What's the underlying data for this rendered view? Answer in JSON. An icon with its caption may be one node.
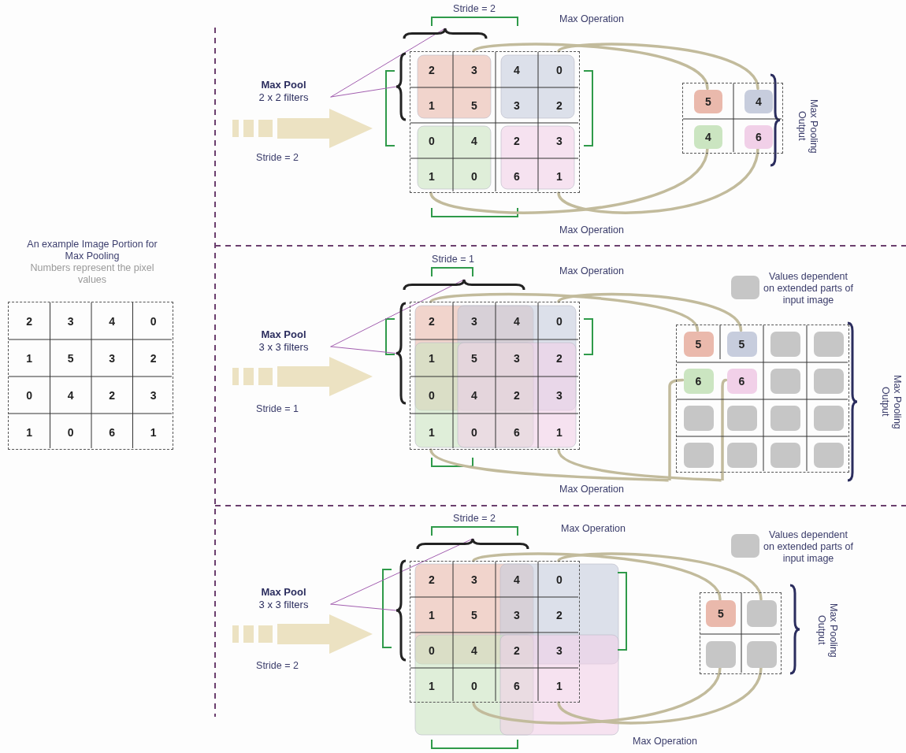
{
  "diagram": {
    "nodes": [
      {
        "text": [],
        "shape": "box"
      },
      {
        "text": [
          "2"
        ],
        "in": 0
      },
      {
        "text": [
          "3"
        ],
        "in": 0
      },
      {
        "text": [
          "4"
        ],
        "in": 0
      },
      {
        "text": [
          "0"
        ],
        "in": 0
      },
      {
        "text": [
          "1"
        ],
        "in": 0
      },
      {
        "text": [
          "5"
        ],
        "in": 0
      },
      {
        "text": [
          "3"
        ],
        "in": 0
      },
      {
        "text": [
          "2"
        ],
        "in": 0
      },
      {
        "text": [
          "0"
        ],
        "in": 0
      },
      {
        "text": [
          "4"
        ],
        "in": 0
      },
      {
        "text": [
          "2"
        ],
        "in": 0
      },
      {
        "text": [
          "3"
        ],
        "in": 0
      },
      {
        "text": [
          "1"
        ],
        "in": 0
      },
      {
        "text": [
          "0"
        ],
        "in": 0
      },
      {
        "text": [
          "6"
        ],
        "in": 0
      },
      {
        "text": [
          "1"
        ],
        "in": 0
      },
      {
        "text": [
          "Max Pool",
          "2 x 2 filters"
        ]
      },
      {
        "text": [],
        "shape": "box"
      },
      {
        "text": [
          "2"
        ],
        "in": 18
      },
      {
        "text": [
          "3"
        ],
        "in": 18
      },
      {
        "text": [
          "4"
        ],
        "in": 18
      },
      {
        "text": [
          "0"
        ],
        "in": 18
      },
      {
        "text": [
          "1"
        ],
        "in": 18
      },
      {
        "text": [
          "5"
        ],
        "in": 18
      },
      {
        "text": [
          "3"
        ],
        "in": 18
      },
      {
        "text": [
          "2"
        ],
        "in": 18
      },
      {
        "text": [
          "0"
        ],
        "in": 18
      },
      {
        "text": [
          "4"
        ],
        "in": 18
      },
      {
        "text": [
          "2"
        ],
        "in": 18
      },
      {
        "text": [
          "3"
        ],
        "in": 18
      },
      {
        "text": [
          "1"
        ],
        "in": 18
      },
      {
        "text": [
          "0"
        ],
        "in": 18
      },
      {
        "text": [
          "6"
        ],
        "in": 18
      },
      {
        "text": [
          "1"
        ],
        "in": 18
      },
      {
        "text": [],
        "shape": "box"
      },
      {
        "text": [
          "5"
        ],
        "in": 35
      },
      {
        "text": [
          "4"
        ],
        "in": 35
      },
      {
        "text": [
          "4"
        ],
        "in": 35
      },
      {
        "text": [
          "6"
        ],
        "in": 35
      },
      {
        "text": [
          "Max Pool",
          "3 x 3 filters"
        ]
      },
      {
        "text": [],
        "shape": "box"
      },
      {
        "text": [
          "2"
        ],
        "in": 41
      },
      {
        "text": [
          "3"
        ],
        "in": 41
      },
      {
        "text": [
          "4"
        ],
        "in": 41
      },
      {
        "text": [
          "0"
        ],
        "in": 41
      },
      {
        "text": [
          "1"
        ],
        "in": 41
      },
      {
        "text": [
          "5"
        ],
        "in": 41
      },
      {
        "text": [
          "3"
        ],
        "in": 41
      },
      {
        "text": [
          "2"
        ],
        "in": 41
      },
      {
        "text": [
          "0"
        ],
        "in": 41
      },
      {
        "text": [
          "4"
        ],
        "in": 41
      },
      {
        "text": [
          "2"
        ],
        "in": 41
      },
      {
        "text": [
          "3"
        ],
        "in": 41
      },
      {
        "text": [
          "1"
        ],
        "in": 41
      },
      {
        "text": [
          "0"
        ],
        "in": 41
      },
      {
        "text": [
          "6"
        ],
        "in": 41
      },
      {
        "text": [
          "1"
        ],
        "in": 41
      },
      {
        "text": [],
        "shape": "box"
      },
      {
        "text": [
          "5"
        ],
        "in": 58
      },
      {
        "text": [
          "5"
        ],
        "in": 58
      },
      {
        "text": [],
        "shape": "box",
        "in": 58
      },
      {
        "text": [],
        "shape": "box",
        "in": 58
      },
      {
        "text": [
          "6"
        ],
        "in": 58
      },
      {
        "text": [
          "6"
        ],
        "in": 58
      },
      {
        "text": [],
        "shape": "box",
        "in": 58
      },
      {
        "text": [],
        "shape": "box",
        "in": 58
      },
      {
        "text": [],
        "shape": "box",
        "in": 58
      },
      {
        "text": [],
        "shape": "box",
        "in": 58
      },
      {
        "text": [],
        "shape": "box",
        "in": 58
      },
      {
        "text": [],
        "shape": "box",
        "in": 58
      },
      {
        "text": [],
        "shape": "box",
        "in": 58
      },
      {
        "text": [],
        "shape": "box",
        "in": 58
      },
      {
        "text": [],
        "shape": "box",
        "in": 58
      },
      {
        "text": [],
        "shape": "box",
        "in": 58
      },
      {
        "text": [
          "Max Pool",
          "3 x 3 filters"
        ]
      },
      {
        "text": [],
        "shape": "box"
      },
      {
        "text": [
          "2"
        ],
        "in": 76
      },
      {
        "text": [
          "3"
        ],
        "in": 76
      },
      {
        "text": [
          "4"
        ],
        "in": 76
      },
      {
        "text": [
          "0"
        ],
        "in": 76
      },
      {
        "text": [
          "1"
        ],
        "in": 76
      },
      {
        "text": [
          "5"
        ],
        "in": 76
      },
      {
        "text": [
          "3"
        ],
        "in": 76
      },
      {
        "text": [
          "2"
        ],
        "in": 76
      },
      {
        "text": [
          "0"
        ],
        "in": 76
      },
      {
        "text": [
          "4"
        ],
        "in": 76
      },
      {
        "text": [
          "2"
        ],
        "in": 76
      },
      {
        "text": [
          "3"
        ],
        "in": 76
      },
      {
        "text": [
          "1"
        ],
        "in": 76
      },
      {
        "text": [
          "0"
        ],
        "in": 76
      },
      {
        "text": [
          "6"
        ],
        "in": 76
      },
      {
        "text": [
          "1"
        ],
        "in": 76
      },
      {
        "text": [],
        "shape": "box"
      },
      {
        "text": [
          "5"
        ],
        "in": 93
      },
      {
        "text": [],
        "shape": "box",
        "in": 93
      },
      {
        "text": [],
        "shape": "box",
        "in": 93
      },
      {
        "text": [],
        "shape": "box",
        "in": 93
      },
      {
        "text": [],
        "shape": "brace"
      },
      {
        "text": [],
        "shape": "brace"
      },
      {
        "text": [],
        "shape": "brace"
      },
      {
        "text": [],
        "shape": "brace"
      },
      {
        "text": [],
        "shape": "brace"
      },
      {
        "text": [],
        "shape": "brace"
      }
    ],
    "edges": [
      {
        "from": 17,
        "to": 98,
        "arrow": "none",
        "color": "#a35fb0"
      },
      {
        "from": 17,
        "to": 99,
        "arrow": "none",
        "color": "#a35fb0"
      },
      {
        "from": 20,
        "to": 36,
        "arrow": "none"
      },
      {
        "from": 22,
        "to": 37,
        "arrow": "none"
      },
      {
        "from": 31,
        "to": 38,
        "arrow": "none"
      },
      {
        "from": 34,
        "to": 39,
        "arrow": "none"
      },
      {
        "from": 40,
        "to": 100,
        "arrow": "none",
        "color": "#a35fb0"
      },
      {
        "from": 40,
        "to": 101,
        "arrow": "none",
        "color": "#a35fb0"
      },
      {
        "from": 42,
        "to": 59,
        "arrow": "none"
      },
      {
        "from": 45,
        "to": 60,
        "arrow": "none"
      },
      {
        "from": 54,
        "to": 63,
        "arrow": "none"
      },
      {
        "from": 57,
        "to": 64,
        "arrow": "none"
      },
      {
        "from": 75,
        "to": 102,
        "arrow": "none",
        "color": "#a35fb0"
      },
      {
        "from": 75,
        "to": 103,
        "arrow": "none",
        "color": "#a35fb0"
      },
      {
        "from": 78,
        "to": 94,
        "arrow": "none"
      },
      {
        "from": 80,
        "to": 95,
        "arrow": "none"
      },
      {
        "from": 90,
        "to": 96,
        "arrow": "none"
      },
      {
        "from": 92,
        "to": 97,
        "arrow": "none"
      },
      {
        "from": null,
        "to": 99,
        "arrow": "to",
        "style": "thick",
        "color": "#ece2c2"
      },
      {
        "from": null,
        "to": 101,
        "arrow": "to",
        "style": "thick",
        "color": "#ece2c2"
      },
      {
        "from": null,
        "to": 103,
        "arrow": "to",
        "style": "thick",
        "color": "#ece2c2"
      }
    ],
    "labels": [
      "An example Image Portion for Max Pooling",
      "Numbers represent the pixel values",
      "Stride = 2",
      "Max Operation",
      "Stride = 2",
      "Max Pooling Output",
      "Max Operation",
      "Stride = 1",
      "Max Operation",
      "Stride = 1",
      "Max Pooling Output",
      "Max Operation",
      "Stride = 2",
      "Max Operation",
      "Stride = 2",
      "Max Pooling Output",
      "Max Operation"
    ],
    "legend": [
      {
        "text": "Values dependent on extended parts of input image",
        "color": "#c6c6c6"
      },
      {
        "text": "Values dependent on extended parts of input image",
        "color": "#c6c6c6"
      }
    ]
  }
}
